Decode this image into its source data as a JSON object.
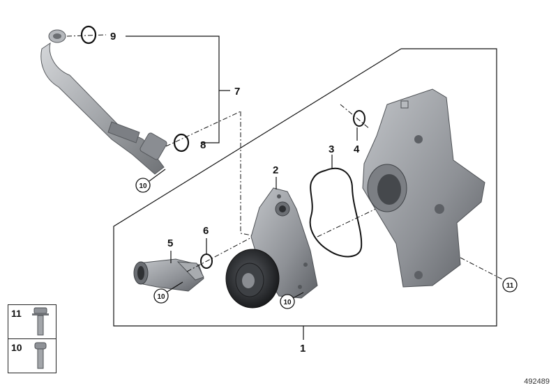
{
  "callouts": {
    "c1": "1",
    "c2": "2",
    "c3": "3",
    "c4": "4",
    "c5": "5",
    "c6": "6",
    "c7": "7",
    "c8": "8",
    "c9": "9"
  },
  "circle_callouts": {
    "pipe_bolt": "10",
    "thermostat_bolt": "10",
    "pump_bolt": "10",
    "housing_bolt": "11"
  },
  "legend": [
    {
      "number": "11",
      "part": "bolt"
    },
    {
      "number": "10",
      "part": "bolt"
    }
  ],
  "diagram_id": "492489",
  "colors": {
    "part_gray": "#9a9da1",
    "part_dark": "#4a4d52",
    "line": "#111111"
  }
}
